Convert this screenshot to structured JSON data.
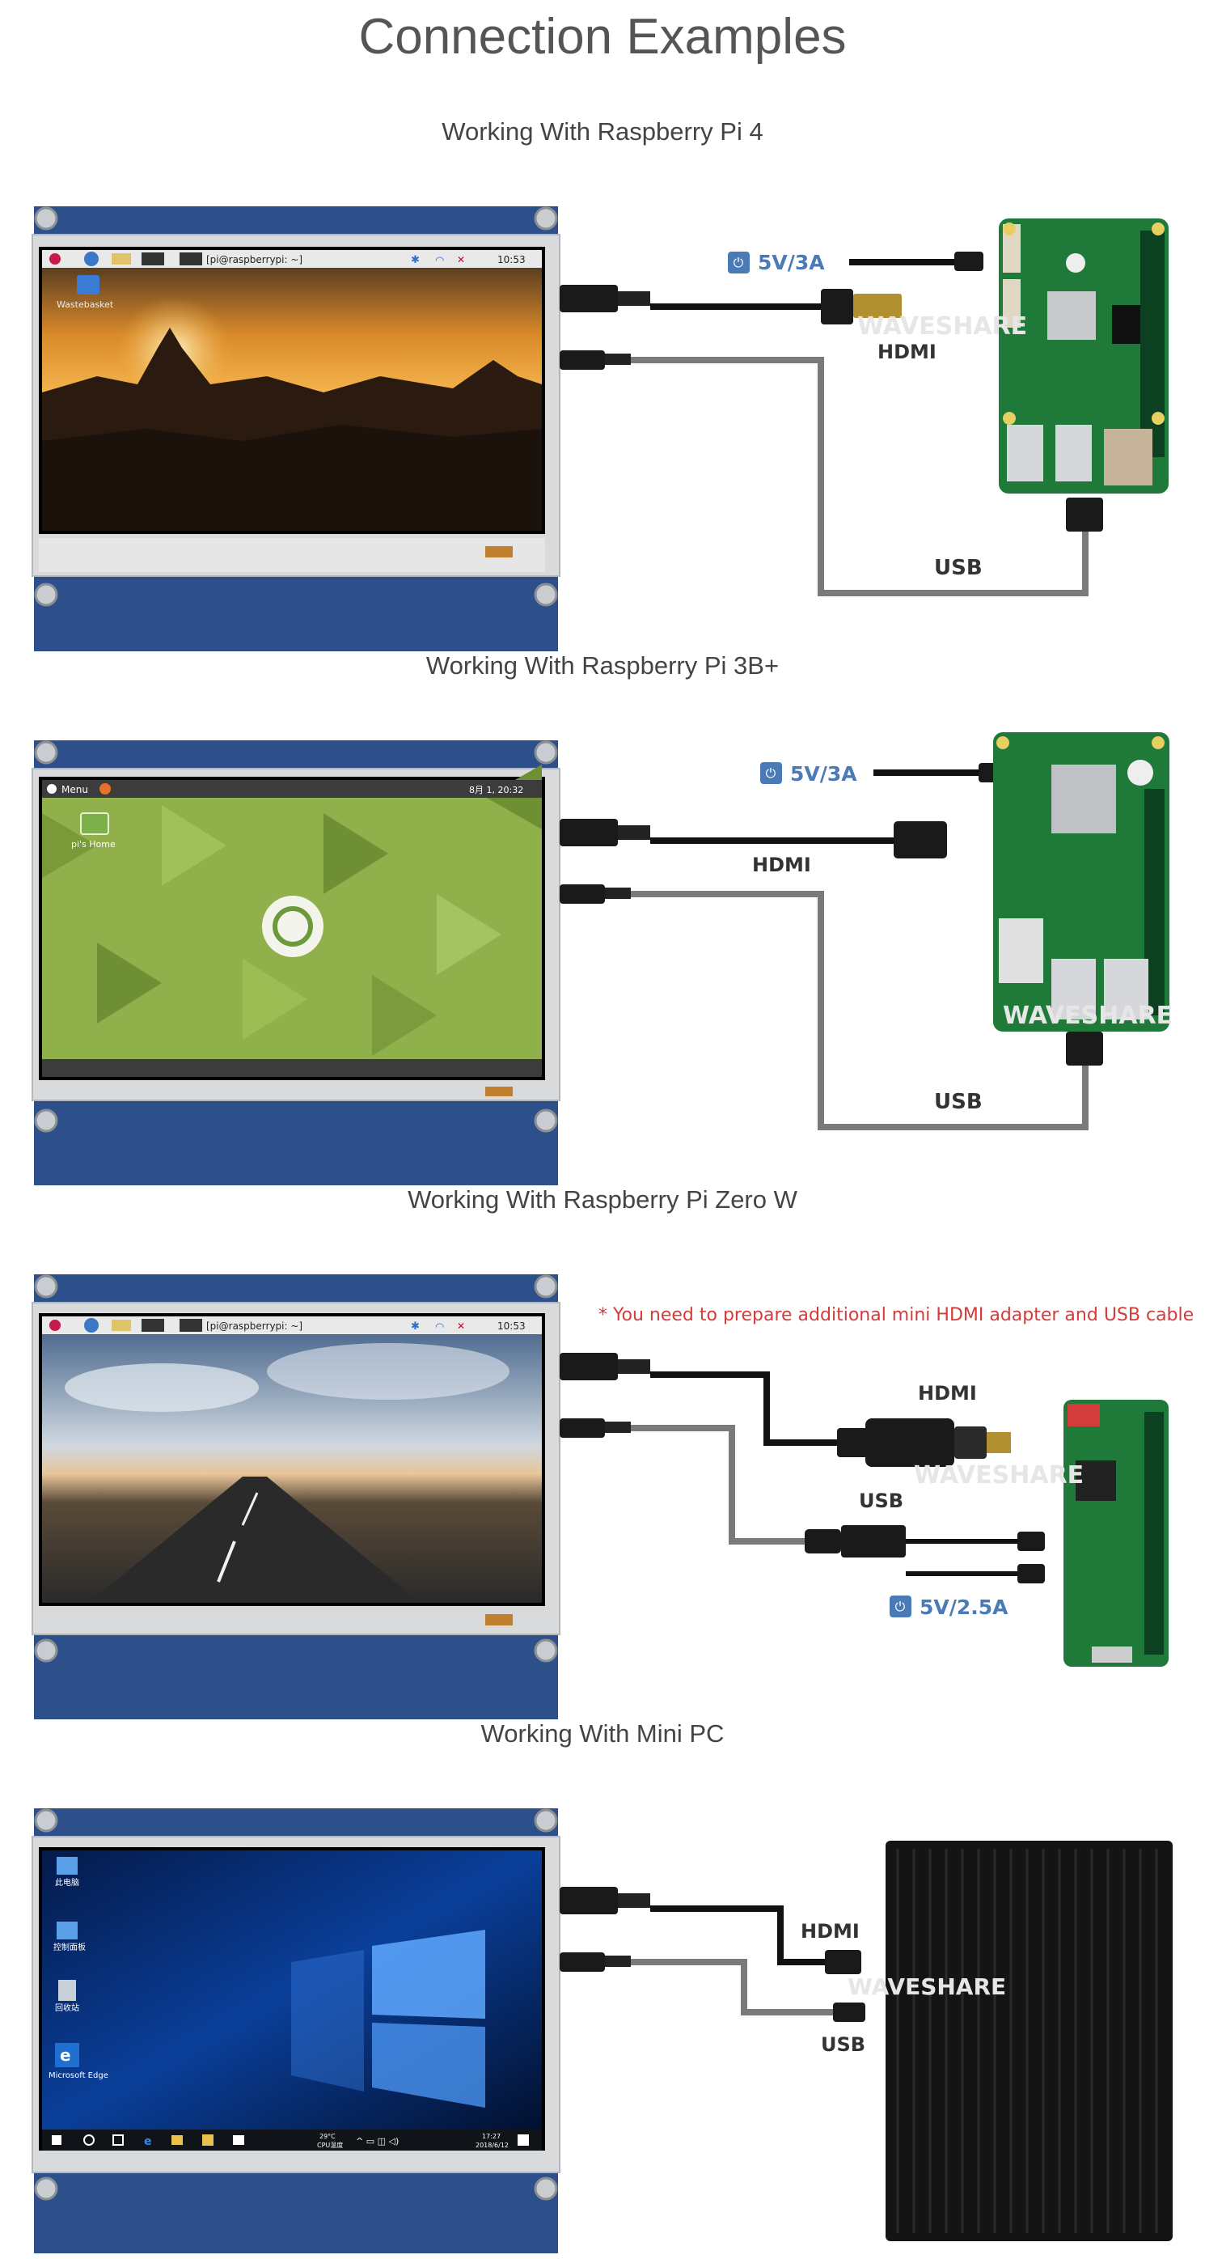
{
  "page_title": "Connection Examples",
  "sections": [
    {
      "title": "Working With Raspberry Pi 4",
      "labels": {
        "power": "5V/3A",
        "hdmi": "HDMI",
        "usb": "USB",
        "watermark": "WAVESHARE"
      },
      "desktop": {
        "taskbar_user": "[pi@raspberrypi: ~]",
        "clock": "10:53",
        "icon_label": "Wastebasket"
      }
    },
    {
      "title": "Working With Raspberry Pi 3B+",
      "labels": {
        "power": "5V/3A",
        "hdmi": "HDMI",
        "usb": "USB",
        "watermark": "WAVESHARE"
      },
      "desktop": {
        "menu": "Menu",
        "clock": "8月 1, 20:32",
        "icon_label": "pi's Home"
      }
    },
    {
      "title": "Working With Raspberry Pi Zero W",
      "labels": {
        "note": "* You need to prepare additional mini HDMI adapter and USB cable",
        "hdmi": "HDMI",
        "usb": "USB",
        "power": "5V/2.5A",
        "watermark": "WAVESHARE"
      },
      "desktop": {
        "taskbar_user": "[pi@raspberrypi: ~]",
        "clock": "10:53"
      }
    },
    {
      "title": "Working With Mini PC",
      "labels": {
        "hdmi": "HDMI",
        "usb": "USB",
        "watermark": "WAVESHARE"
      },
      "desktop": {
        "icons": [
          "此电脑",
          "控制面板",
          "回收站",
          "Microsoft Edge"
        ],
        "tray_temp": "29°C",
        "tray_cpu": "CPU温度",
        "clock_time": "17:27",
        "clock_date": "2018/6/12"
      }
    }
  ],
  "colors": {
    "pcb_blue": "#2d4f8a",
    "label_blue": "#4a7bb7",
    "note_red": "#d43b3b",
    "cable_black": "#111111",
    "cable_gray": "#7a7a7a",
    "board_green": "#1f7a3a"
  }
}
